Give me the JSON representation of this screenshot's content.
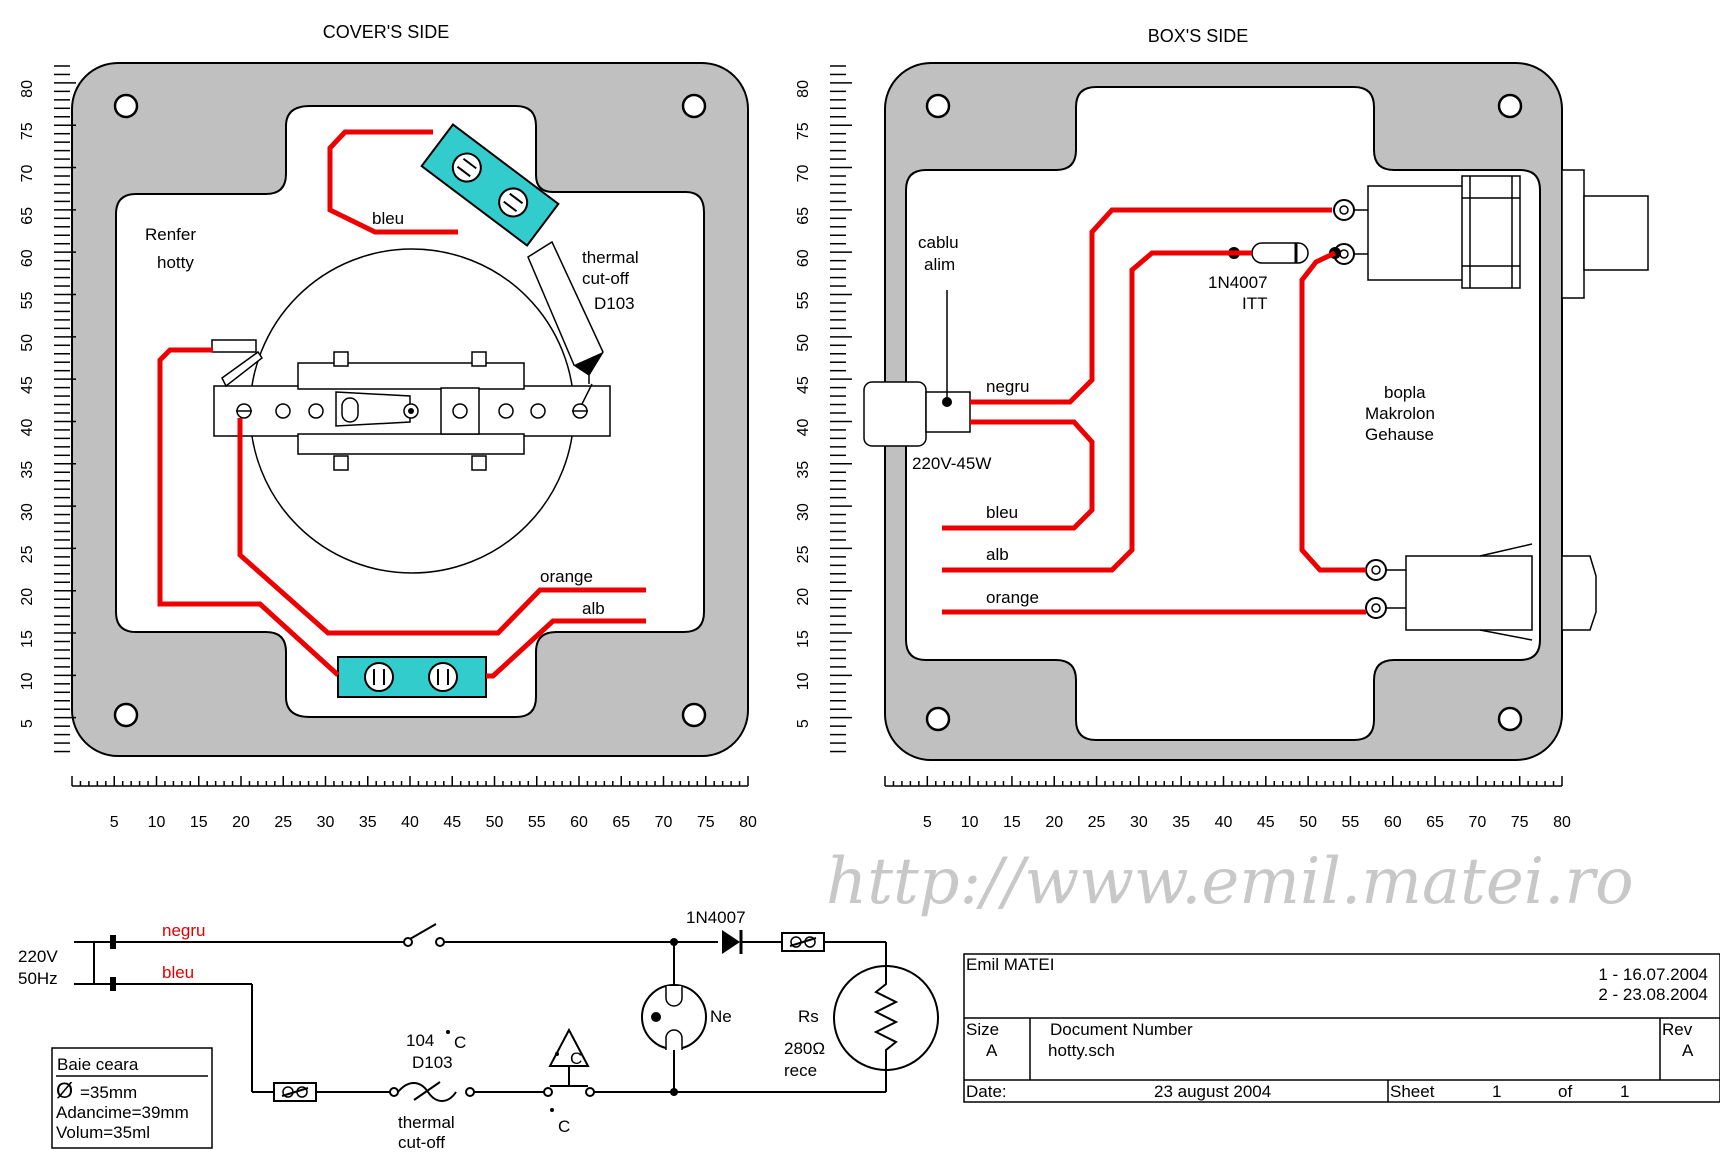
{
  "cover_panel": {
    "title": "COVER'S SIDE",
    "label_renfer": "Renfer",
    "label_hotty": "hotty",
    "wire_bleu": "bleu",
    "thermal_1": "thermal",
    "thermal_2": "cut-off",
    "thermal_3": "D103",
    "wire_orange": "orange",
    "wire_alb": "alb"
  },
  "box_panel": {
    "title": "BOX'S SIDE",
    "cablu_1": "cablu",
    "cablu_2": "alim",
    "diode_1": "1N4007",
    "diode_2": "ITT",
    "wire_negru": "negru",
    "power_rating": "220V-45W",
    "wire_bleu": "bleu",
    "wire_alb": "alb",
    "wire_orange": "orange",
    "bopla_1": "bopla",
    "bopla_2": "Makrolon",
    "bopla_3": "Gehause"
  },
  "scales": {
    "marks": [
      "5",
      "10",
      "15",
      "20",
      "25",
      "30",
      "35",
      "40",
      "45",
      "50",
      "55",
      "60",
      "65",
      "70",
      "75",
      "80"
    ]
  },
  "watermark": "http://www.emil.matei.ro",
  "schematic": {
    "supply_v": "220V",
    "supply_hz": "50Hz",
    "wire_negru": "negru",
    "wire_bleu": "bleu",
    "diode": "1N4007",
    "neon": "Ne",
    "res_name": "Rs",
    "res_value": "280Ω",
    "res_note": "rece",
    "thermo_temp": "104",
    "thermo_unit": "C",
    "thermo_name": "D103",
    "thermo_label_1": "thermal",
    "thermo_label_2": "cut-off",
    "switch_unit_top": "C",
    "switch_unit_bottom": "C"
  },
  "info_box": {
    "title": "Baie ceara",
    "diameter_symbol": "Ø",
    "diameter": "=35mm",
    "depth": "Adancime=39mm",
    "volume": "Volum=35ml"
  },
  "title_block": {
    "author": "Emil MATEI",
    "rev_date_1": "1 - 16.07.2004",
    "rev_date_2": "2 - 23.08.2004",
    "size_label": "Size",
    "size_value": "A",
    "docnum_label": "Document Number",
    "docnum_value": "hotty.sch",
    "rev_label": "Rev",
    "rev_value": "A",
    "date_label": "Date:",
    "date_value": "23 august 2004",
    "sheet_label": "Sheet",
    "sheet_num": "1",
    "of_label": "of",
    "sheet_total": "1"
  },
  "colors": {
    "wire": "#ee0000",
    "terminal": "#33cccc",
    "plate": "#c0c0c0"
  }
}
